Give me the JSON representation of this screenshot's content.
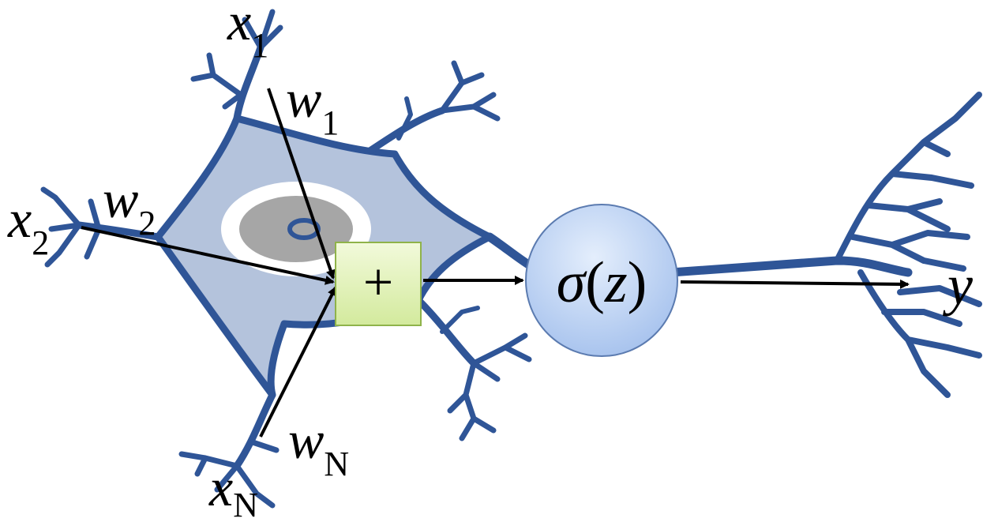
{
  "inputs": [
    {
      "symbol": "x",
      "subscript": "1",
      "weight_symbol": "w",
      "weight_subscript": "1"
    },
    {
      "symbol": "x",
      "subscript": "2",
      "weight_symbol": "w",
      "weight_subscript": "2"
    },
    {
      "symbol": "x",
      "subscript": "N",
      "weight_symbol": "w",
      "weight_subscript": "N"
    }
  ],
  "sum_node": {
    "label": "+"
  },
  "activation": {
    "func": "σ",
    "arg": "z",
    "open": "(",
    "close": ")"
  },
  "output": {
    "symbol": "y"
  },
  "colors": {
    "dendrite": "#2f5597",
    "soma": "#b4c3dc",
    "nucleus": "#a6a6a6",
    "sum_fill": "#e2f2b8",
    "sum_border": "#8fb34a",
    "activation_fill": "#bcd3f5",
    "activation_border": "#5b7bb0"
  }
}
